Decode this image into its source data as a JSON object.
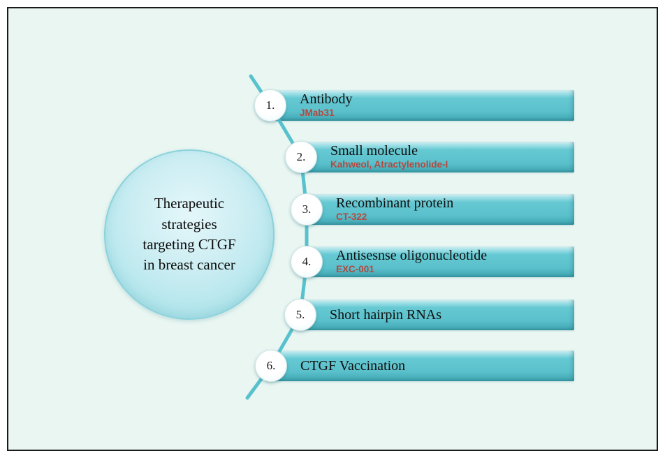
{
  "frame": {
    "background": "#e9f6f2",
    "border_color": "#1a1a1a"
  },
  "diagram": {
    "circle": {
      "text": "Therapeutic\nstrategies\ntargeting CTGF\nin breast cancer"
    },
    "items": [
      {
        "num": "1.",
        "label": "Antibody",
        "sub": "JMab31"
      },
      {
        "num": "2.",
        "label": "Small molecule",
        "sub": "Kahweol, Atractylenolide-I"
      },
      {
        "num": "3.",
        "label": "Recombinant protein",
        "sub": "CT-322"
      },
      {
        "num": "4.",
        "label": "Antisesnse oligonucleotide",
        "sub": "EXC-001"
      },
      {
        "num": "5.",
        "label": "Short hairpin RNAs",
        "sub": ""
      },
      {
        "num": "6.",
        "label": "CTGF Vaccination",
        "sub": ""
      }
    ],
    "colors": {
      "bar_teal": "#5ac0cb",
      "spine_teal": "#57c2cd",
      "drug_red": "#b3493f",
      "circle_fill": "#bfe9ee"
    }
  }
}
